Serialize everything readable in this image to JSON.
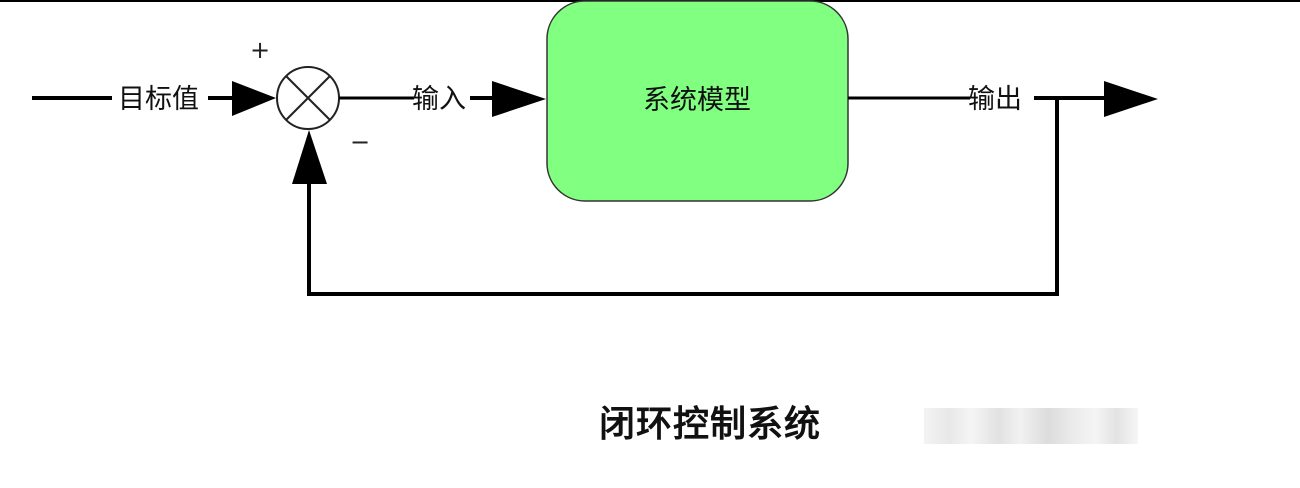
{
  "diagram": {
    "labels": {
      "target": "目标值",
      "input": "输入",
      "output": "输出",
      "block": "系统模型",
      "plus": "+",
      "minus": "−"
    },
    "colors": {
      "block_fill": "#80ff80",
      "line": "#000000"
    }
  },
  "caption": "闭环控制系统"
}
